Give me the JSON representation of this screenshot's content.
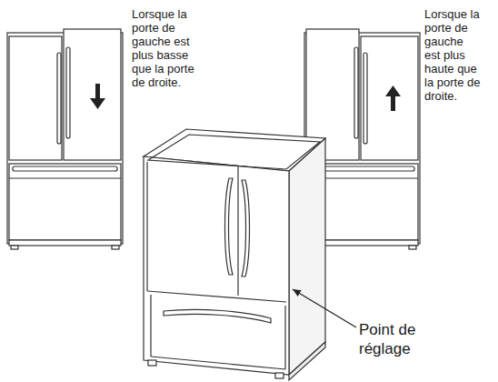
{
  "diagram": {
    "labels": [
      "Lorsque la porte de gauche est plus basse que la porte de droite.",
      "Lorsque la porte de gauche est plus haute que la porte de droite.",
      "Point de réglage"
    ]
  }
}
